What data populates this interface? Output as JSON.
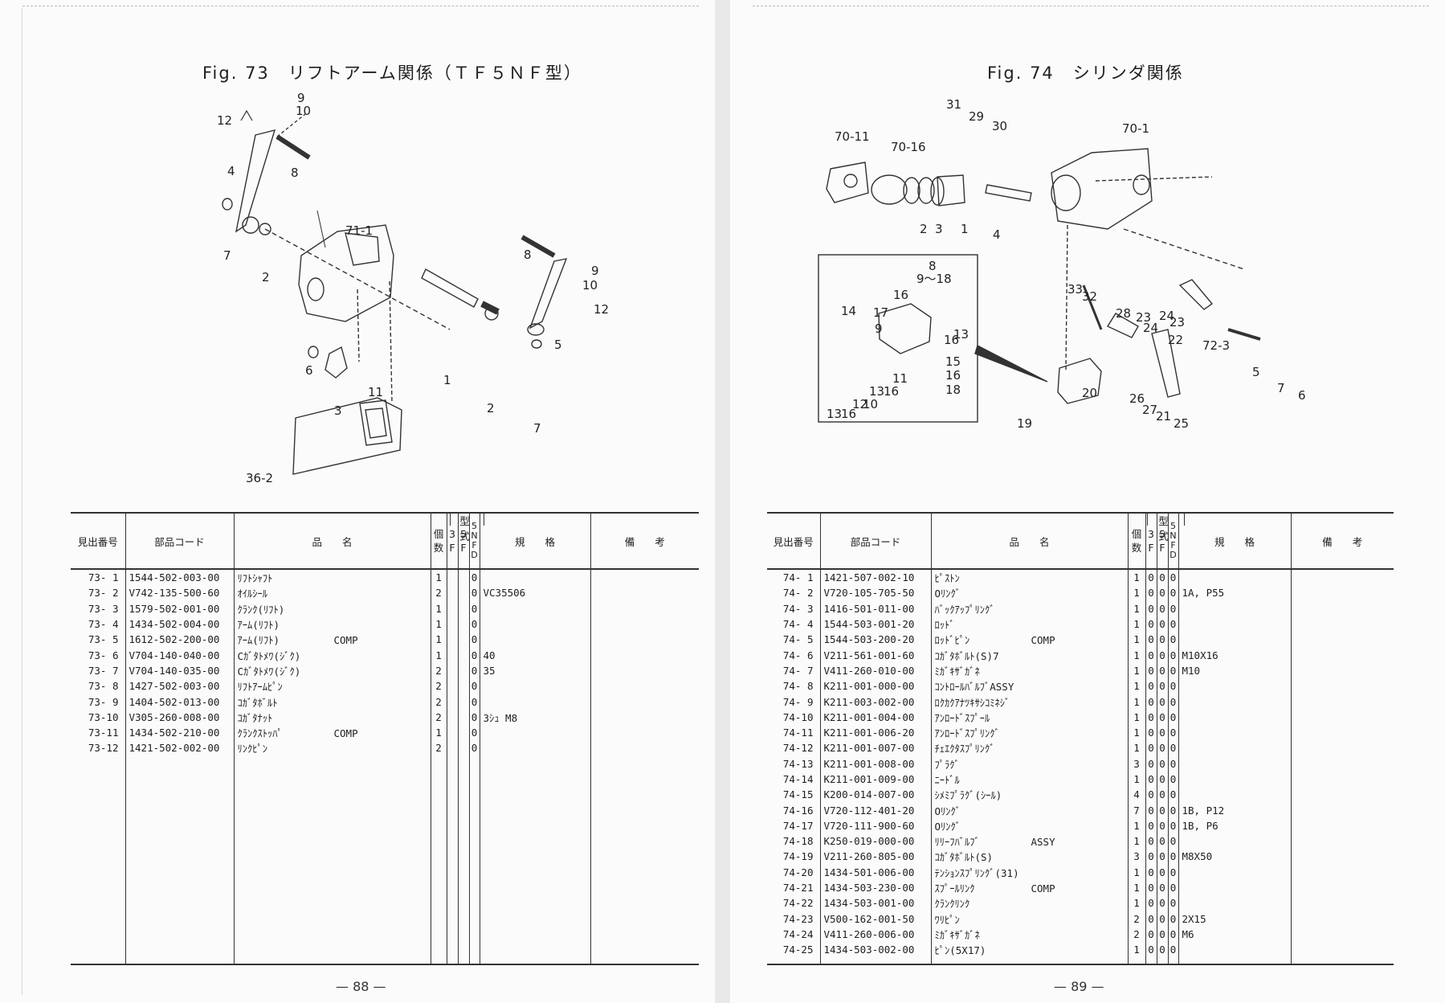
{
  "left_page": {
    "fig_title": "Fig. 73　リフトアーム関係（ＴＦ５ＮＦ型）",
    "page_number": "— 88 —",
    "callouts": [
      "12",
      "9",
      "10",
      "4",
      "8",
      "7",
      "2",
      "71-1",
      "8",
      "9",
      "10",
      "12",
      "5",
      "6",
      "3",
      "11",
      "1",
      "2",
      "7",
      "36-2"
    ],
    "parts": [
      {
        "no": "73- 1",
        "code": "1544-502-003-00",
        "name": "ﾘﾌﾄｼｬﾌﾄ",
        "comp": "",
        "qty": "1",
        "m3": "",
        "m5": "",
        "m5nf": "0",
        "spec": ""
      },
      {
        "no": "73- 2",
        "code": "V742-135-500-60",
        "name": "ｵｲﾙｼｰﾙ",
        "comp": "",
        "qty": "2",
        "m3": "",
        "m5": "",
        "m5nf": "0",
        "spec": "VC35506"
      },
      {
        "no": "73- 3",
        "code": "1579-502-001-00",
        "name": "ｸﾗﾝｸ(ﾘﾌﾄ)",
        "comp": "",
        "qty": "1",
        "m3": "",
        "m5": "",
        "m5nf": "0",
        "spec": ""
      },
      {
        "no": "73- 4",
        "code": "1434-502-004-00",
        "name": "ｱｰﾑ(ﾘﾌﾄ)",
        "comp": "",
        "qty": "1",
        "m3": "",
        "m5": "",
        "m5nf": "0",
        "spec": ""
      },
      {
        "no": "73- 5",
        "code": "1612-502-200-00",
        "name": "ｱｰﾑ(ﾘﾌﾄ)",
        "comp": "COMP",
        "qty": "1",
        "m3": "",
        "m5": "",
        "m5nf": "0",
        "spec": ""
      },
      {
        "no": "73- 6",
        "code": "V704-140-040-00",
        "name": "Cｶﾞﾀﾄﾒﾜ(ｼﾞｸ)",
        "comp": "",
        "qty": "1",
        "m3": "",
        "m5": "",
        "m5nf": "0",
        "spec": "40"
      },
      {
        "no": "73- 7",
        "code": "V704-140-035-00",
        "name": "Cｶﾞﾀﾄﾒﾜ(ｼﾞｸ)",
        "comp": "",
        "qty": "2",
        "m3": "",
        "m5": "",
        "m5nf": "0",
        "spec": "35"
      },
      {
        "no": "73- 8",
        "code": "1427-502-003-00",
        "name": "ﾘﾌﾄｱｰﾑﾋﾟﾝ",
        "comp": "",
        "qty": "2",
        "m3": "",
        "m5": "",
        "m5nf": "0",
        "spec": ""
      },
      {
        "no": "73- 9",
        "code": "1404-502-013-00",
        "name": "ｺｶﾞﾀﾎﾞﾙﾄ",
        "comp": "",
        "qty": "2",
        "m3": "",
        "m5": "",
        "m5nf": "0",
        "spec": ""
      },
      {
        "no": "73-10",
        "code": "V305-260-008-00",
        "name": "ｺｶﾞﾀﾅｯﾄ",
        "comp": "",
        "qty": "2",
        "m3": "",
        "m5": "",
        "m5nf": "0",
        "spec": "3ｼｭ M8"
      },
      {
        "no": "73-11",
        "code": "1434-502-210-00",
        "name": "ｸﾗﾝｸｽﾄｯﾊﾟ",
        "comp": "COMP",
        "qty": "1",
        "m3": "",
        "m5": "",
        "m5nf": "0",
        "spec": ""
      },
      {
        "no": "73-12",
        "code": "1421-502-002-00",
        "name": "ﾘﾝｸﾋﾟﾝ",
        "comp": "",
        "qty": "2",
        "m3": "",
        "m5": "",
        "m5nf": "0",
        "spec": ""
      }
    ]
  },
  "right_page": {
    "fig_title": "Fig. 74　シリンダ関係",
    "page_number": "— 89 —",
    "callouts": [
      "31",
      "29",
      "30",
      "70-1",
      "70-11",
      "70-16",
      "2",
      "3",
      "1",
      "4",
      "8",
      "9～18",
      "16",
      "14",
      "17",
      "9",
      "16",
      "13",
      "15",
      "16",
      "18",
      "11",
      "13",
      "16",
      "12",
      "10",
      "13",
      "16",
      "33",
      "32",
      "28",
      "23",
      "24",
      "24",
      "23",
      "22",
      "72-3",
      "5",
      "7",
      "6",
      "20",
      "26",
      "27",
      "21",
      "25",
      "19"
    ],
    "parts": [
      {
        "no": "74- 1",
        "code": "1421-507-002-10",
        "name": "ﾋﾟｽﾄﾝ",
        "comp": "",
        "qty": "1",
        "m3": "0",
        "m5": "0",
        "m5nf": "0",
        "spec": ""
      },
      {
        "no": "74- 2",
        "code": "V720-105-705-50",
        "name": "Oﾘﾝｸﾞ",
        "comp": "",
        "qty": "1",
        "m3": "0",
        "m5": "0",
        "m5nf": "0",
        "spec": "1A, P55"
      },
      {
        "no": "74- 3",
        "code": "1416-501-011-00",
        "name": "ﾊﾞｯｸｱｯﾌﾟﾘﾝｸﾞ",
        "comp": "",
        "qty": "1",
        "m3": "0",
        "m5": "0",
        "m5nf": "0",
        "spec": ""
      },
      {
        "no": "74- 4",
        "code": "1544-503-001-20",
        "name": "ﾛｯﾄﾞ",
        "comp": "",
        "qty": "1",
        "m3": "0",
        "m5": "0",
        "m5nf": "0",
        "spec": ""
      },
      {
        "no": "74- 5",
        "code": "1544-503-200-20",
        "name": "ﾛｯﾄﾞﾋﾟﾝ",
        "comp": "COMP",
        "qty": "1",
        "m3": "0",
        "m5": "0",
        "m5nf": "0",
        "spec": ""
      },
      {
        "no": "74- 6",
        "code": "V211-561-001-60",
        "name": "ｺｶﾞﾀﾎﾞﾙﾄ(S)7",
        "comp": "",
        "qty": "1",
        "m3": "0",
        "m5": "0",
        "m5nf": "0",
        "spec": "M10X16"
      },
      {
        "no": "74- 7",
        "code": "V411-260-010-00",
        "name": "ﾐｶﾞｷｻﾞｶﾞﾈ",
        "comp": "",
        "qty": "1",
        "m3": "0",
        "m5": "0",
        "m5nf": "0",
        "spec": "M10"
      },
      {
        "no": "74- 8",
        "code": "K211-001-000-00",
        "name": "ｺﾝﾄﾛｰﾙﾊﾞﾙﾌﾞASSY",
        "comp": "",
        "qty": "1",
        "m3": "0",
        "m5": "0",
        "m5nf": "0",
        "spec": ""
      },
      {
        "no": "74- 9",
        "code": "K211-003-002-00",
        "name": "ﾛｸｶｸｱﾅﾂｷｻｼｺﾐﾈｼﾞ",
        "comp": "",
        "qty": "1",
        "m3": "0",
        "m5": "0",
        "m5nf": "0",
        "spec": ""
      },
      {
        "no": "74-10",
        "code": "K211-001-004-00",
        "name": "ｱﾝﾛｰﾄﾞｽﾌﾟｰﾙ",
        "comp": "",
        "qty": "1",
        "m3": "0",
        "m5": "0",
        "m5nf": "0",
        "spec": ""
      },
      {
        "no": "74-11",
        "code": "K211-001-006-20",
        "name": "ｱﾝﾛｰﾄﾞｽﾌﾟﾘﾝｸﾞ",
        "comp": "",
        "qty": "1",
        "m3": "0",
        "m5": "0",
        "m5nf": "0",
        "spec": ""
      },
      {
        "no": "74-12",
        "code": "K211-001-007-00",
        "name": "ﾁｪｴｸﾀｽﾌﾟﾘﾝｸﾞ",
        "comp": "",
        "qty": "1",
        "m3": "0",
        "m5": "0",
        "m5nf": "0",
        "spec": ""
      },
      {
        "no": "74-13",
        "code": "K211-001-008-00",
        "name": "ﾌﾟﾗｸﾞ",
        "comp": "",
        "qty": "3",
        "m3": "0",
        "m5": "0",
        "m5nf": "0",
        "spec": ""
      },
      {
        "no": "74-14",
        "code": "K211-001-009-00",
        "name": "ﾆｰﾄﾞﾙ",
        "comp": "",
        "qty": "1",
        "m3": "0",
        "m5": "0",
        "m5nf": "0",
        "spec": ""
      },
      {
        "no": "74-15",
        "code": "K200-014-007-00",
        "name": "ｼﾒﾐﾌﾟﾗｸﾞ(ｼｰﾙ)",
        "comp": "",
        "qty": "4",
        "m3": "0",
        "m5": "0",
        "m5nf": "0",
        "spec": ""
      },
      {
        "no": "74-16",
        "code": "V720-112-401-20",
        "name": "Oﾘﾝｸﾞ",
        "comp": "",
        "qty": "7",
        "m3": "0",
        "m5": "0",
        "m5nf": "0",
        "spec": "1B, P12"
      },
      {
        "no": "74-17",
        "code": "V720-111-900-60",
        "name": "Oﾘﾝｸﾞ",
        "comp": "",
        "qty": "1",
        "m3": "0",
        "m5": "0",
        "m5nf": "0",
        "spec": "1B, P6"
      },
      {
        "no": "74-18",
        "code": "K250-019-000-00",
        "name": "ﾘﾘｰﾌﾊﾞﾙﾌﾞ",
        "comp": "ASSY",
        "qty": "1",
        "m3": "0",
        "m5": "0",
        "m5nf": "0",
        "spec": ""
      },
      {
        "no": "74-19",
        "code": "V211-260-805-00",
        "name": "ｺｶﾞﾀﾎﾞﾙﾄ(S)",
        "comp": "",
        "qty": "3",
        "m3": "0",
        "m5": "0",
        "m5nf": "0",
        "spec": "M8X50"
      },
      {
        "no": "74-20",
        "code": "1434-501-006-00",
        "name": "ﾃﾝｼｮﾝｽﾌﾟﾘﾝｸﾞ(31)",
        "comp": "",
        "qty": "1",
        "m3": "0",
        "m5": "0",
        "m5nf": "0",
        "spec": ""
      },
      {
        "no": "74-21",
        "code": "1434-503-230-00",
        "name": "ｽﾌﾟｰﾙﾘﾝｸ",
        "comp": "COMP",
        "qty": "1",
        "m3": "0",
        "m5": "0",
        "m5nf": "0",
        "spec": ""
      },
      {
        "no": "74-22",
        "code": "1434-503-001-00",
        "name": "ｸﾗﾝｸﾘﾝｸ",
        "comp": "",
        "qty": "1",
        "m3": "0",
        "m5": "0",
        "m5nf": "0",
        "spec": ""
      },
      {
        "no": "74-23",
        "code": "V500-162-001-50",
        "name": "ﾜﾘﾋﾟﾝ",
        "comp": "",
        "qty": "2",
        "m3": "0",
        "m5": "0",
        "m5nf": "0",
        "spec": "2X15"
      },
      {
        "no": "74-24",
        "code": "V411-260-006-00",
        "name": "ﾐｶﾞｷｻﾞｶﾞﾈ",
        "comp": "",
        "qty": "2",
        "m3": "0",
        "m5": "0",
        "m5nf": "0",
        "spec": "M6"
      },
      {
        "no": "74-25",
        "code": "1434-503-002-00",
        "name": "ﾋﾟﾝ(5X17)",
        "comp": "",
        "qty": "1",
        "m3": "0",
        "m5": "0",
        "m5nf": "0",
        "spec": ""
      }
    ]
  },
  "table_headers": {
    "no": "見出番号",
    "code": "部品コード",
    "name": "品　　名",
    "model": "型　式",
    "qty_top": "個",
    "qty_bottom": "数",
    "m3_top": "3",
    "m3_bottom": "F",
    "m5_top": "5",
    "m5_bottom": "F",
    "m5nf": [
      "5",
      "N",
      "F",
      "D"
    ],
    "spec": "規　　格",
    "remarks": "備　　考"
  }
}
